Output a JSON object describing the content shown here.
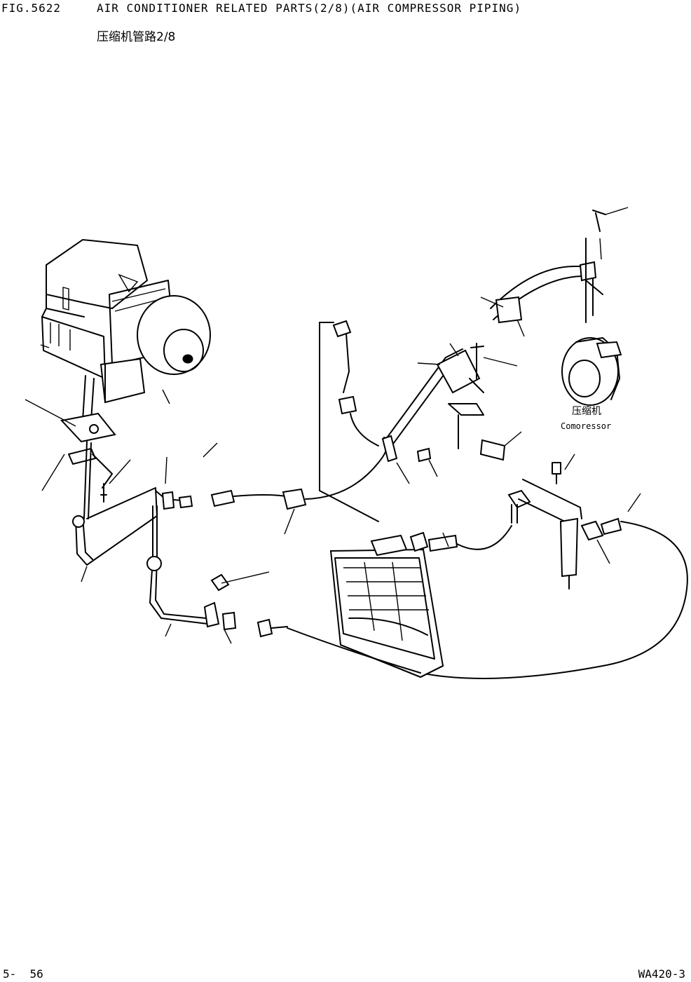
{
  "header": {
    "fig_number": "FIG.5622",
    "title": "AIR CONDITIONER RELATED PARTS(2/8)(AIR COMPRESSOR PIPING)",
    "subtitle": "压缩机管路2/8"
  },
  "labels": {
    "compressor_cn": "压缩机",
    "compressor_en": "Comoressor"
  },
  "footer": {
    "page": "5-  56",
    "model": "WA420-3"
  }
}
